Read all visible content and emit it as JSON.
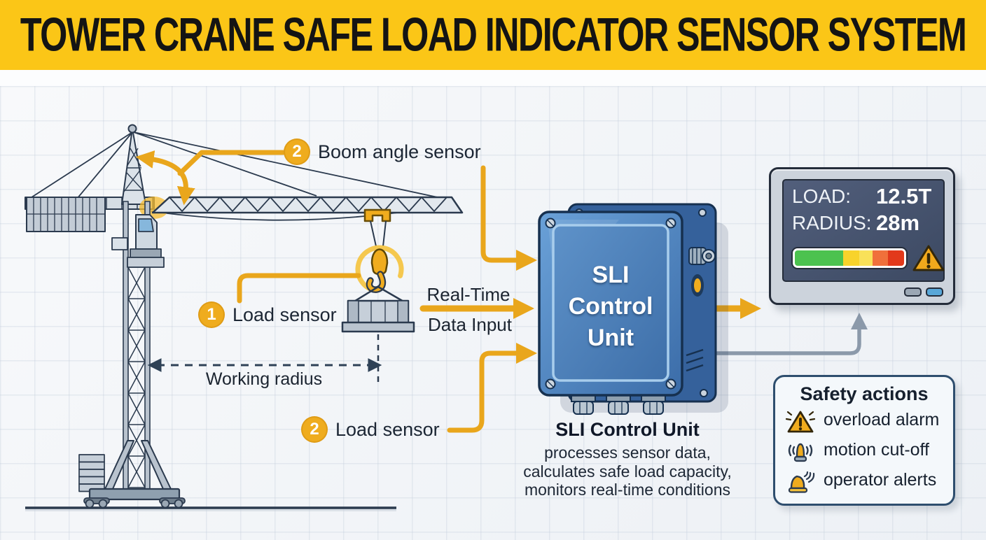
{
  "header": {
    "title": "TOWER CRANE SAFE LOAD INDICATOR SENSOR SYSTEM"
  },
  "crane_labels": {
    "boom_angle": {
      "badge": "2",
      "text": "Boom angle sensor"
    },
    "load_hook": {
      "badge": "1",
      "text": "Load sensor"
    },
    "load_line": {
      "badge": "2",
      "text": "Load sensor"
    },
    "working_radius": "Working radius"
  },
  "data_flow": {
    "line1": "Real-Time",
    "line2": "Data Input"
  },
  "control_unit": {
    "box_lines": [
      "SLI",
      "Control",
      "Unit"
    ],
    "caption_title": "SLI Control Unit",
    "caption_line1": "processes sensor data,",
    "caption_line2": "calculates safe load capacity,",
    "caption_line3": "monitors real-time conditions"
  },
  "display": {
    "load_label": "LOAD:",
    "load_value": "12.5T",
    "radius_label": "RADIUS:",
    "radius_value": "28m",
    "warning_icon": "warning-triangle-icon",
    "gauge": {
      "segments": [
        {
          "color": "#4CC24F",
          "pct": 44
        },
        {
          "color": "#F8D32B",
          "pct": 15
        },
        {
          "color": "#F9E159",
          "pct": 12
        },
        {
          "color": "#F0703B",
          "pct": 14
        },
        {
          "color": "#E2391B",
          "pct": 15
        }
      ]
    }
  },
  "safety": {
    "title": "Safety actions",
    "items": [
      {
        "icon": "warning-triangle-icon",
        "label": "overload alarm"
      },
      {
        "icon": "siren-icon",
        "label": "motion cut-off"
      },
      {
        "icon": "alarm-horn-icon",
        "label": "operator alerts"
      }
    ]
  },
  "colors": {
    "header_bg": "#FBC617",
    "accent_yellow": "#E9A61C",
    "badge_yellow": "#EFAC1E",
    "outline_navy": "#2B3A4E",
    "sli_blue": "#4E86C2",
    "screen_slate": "#47536C",
    "gauge_green": "#4CC24F",
    "gauge_red": "#E2391B",
    "warning_orange": "#F2A91C",
    "feedback_gray": "#8B99AA"
  }
}
